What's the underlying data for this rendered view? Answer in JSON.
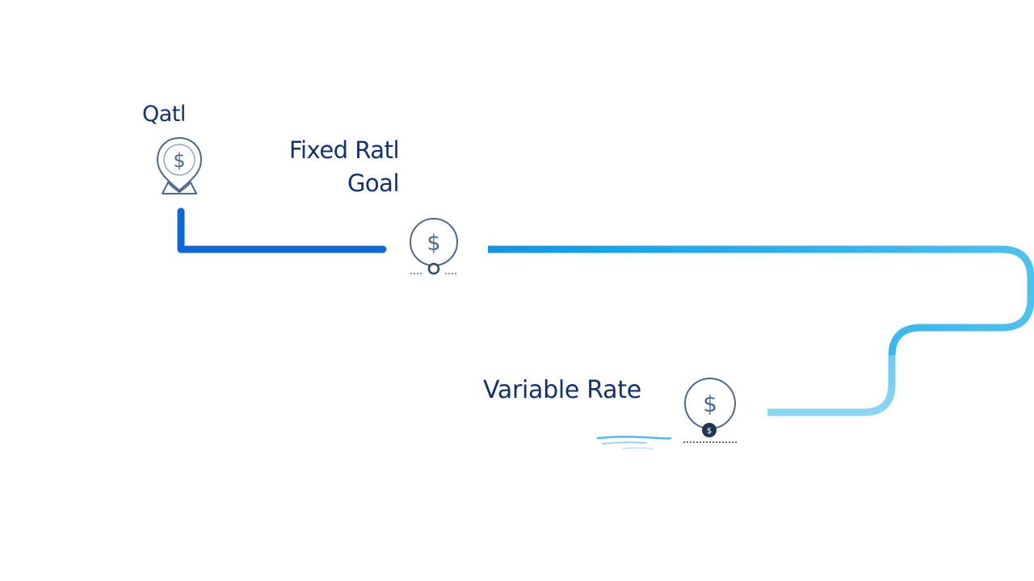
{
  "labels": {
    "start": "Qatl",
    "fixed_line1": "Fixed Ratl",
    "fixed_line2": "Goal",
    "variable": "Variable Rate"
  },
  "icons": {
    "milestone": "dollar-coin-icon",
    "start": "dollar-pin-icon",
    "currency_symbol": "$",
    "badge_symbol": "$"
  },
  "colors": {
    "text": "#13316b",
    "icon": "#4e6a86",
    "path_start": "#1268d2",
    "path_mid": "#18a3e8",
    "path_end": "#7fd0f0",
    "water": "#55b8e6"
  }
}
